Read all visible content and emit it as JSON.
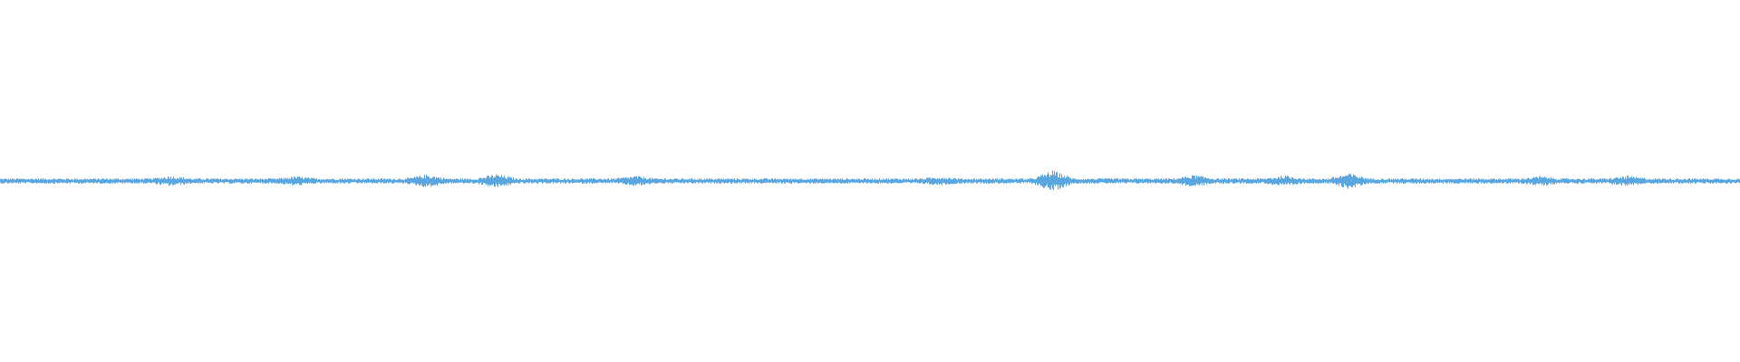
{
  "waveform": {
    "color": "#5aa6df",
    "background": "#ffffff",
    "baseline_amplitude": 0.015,
    "bursts": [
      {
        "position": 0.098,
        "level": 0.03
      },
      {
        "position": 0.17,
        "level": 0.027
      },
      {
        "position": 0.245,
        "level": 0.038
      },
      {
        "position": 0.285,
        "level": 0.04
      },
      {
        "position": 0.365,
        "level": 0.03
      },
      {
        "position": 0.54,
        "level": 0.025
      },
      {
        "position": 0.605,
        "level": 0.06
      },
      {
        "position": 0.686,
        "level": 0.035
      },
      {
        "position": 0.738,
        "level": 0.032
      },
      {
        "position": 0.775,
        "level": 0.045
      },
      {
        "position": 0.885,
        "level": 0.028
      },
      {
        "position": 0.935,
        "level": 0.03
      }
    ]
  }
}
